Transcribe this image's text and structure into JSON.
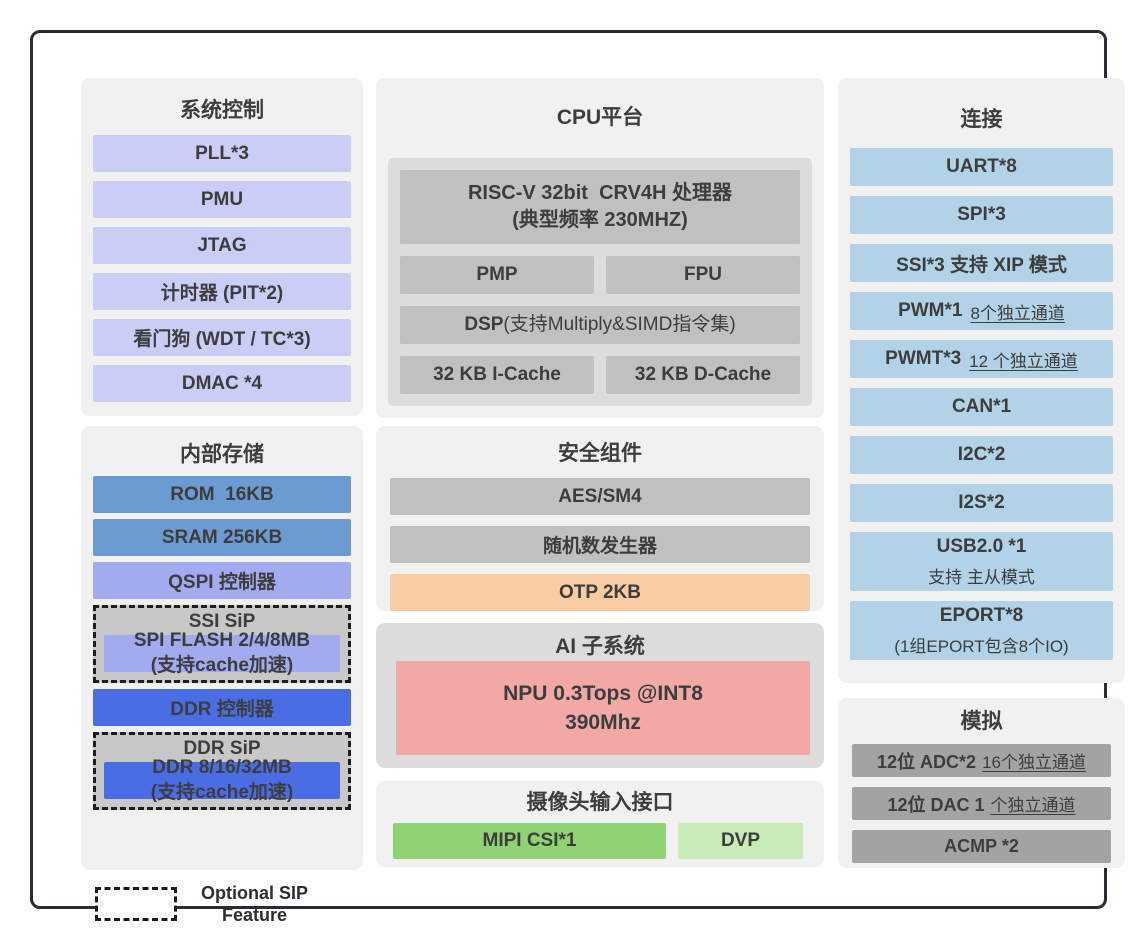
{
  "colors": {
    "frame_border": "#272c36",
    "panel_bg": "#f1f1f1",
    "panel_bg_dark": "#dcdcdc",
    "lavender": "#cacdf5",
    "periwinkle": "#a2aaf0",
    "steel_blue": "#6c9bd2",
    "royal_blue": "#4a6de4",
    "light_blue": "#b1d2e7",
    "grey_block": "#c0c0c0",
    "dark_grey_block": "#a3a3a3",
    "dashed_group_bg": "#c8c8c8",
    "peach": "#f8cca4",
    "pink": "#f2a8a5",
    "green": "#90d373",
    "light_green": "#c8ecb8",
    "text": "#3d3d3d"
  },
  "sys_control": {
    "title": "系统控制",
    "items": [
      "PLL*3",
      "PMU",
      "JTAG",
      "计时器 (PIT*2)",
      "看门狗 (WDT / TC*3)",
      "DMAC *4"
    ]
  },
  "memory": {
    "title": "内部存储",
    "rom": "ROM  16KB",
    "sram": "SRAM 256KB",
    "qspi": "QSPI 控制器",
    "ssi_sip": {
      "title": "SSI SiP",
      "line1": "SPI FLASH 2/4/8MB",
      "line2": "(支持cache加速)"
    },
    "ddr_ctrl": "DDR 控制器",
    "ddr_sip": {
      "title": "DDR SiP",
      "line1": "DDR 8/16/32MB",
      "line2": "(支持cache加速)"
    }
  },
  "legend": {
    "line1": "Optional SIP",
    "line2": "Feature"
  },
  "cpu": {
    "title": "CPU平台",
    "core_line1": "RISC-V 32bit  CRV4H 处理器",
    "core_line2": "(典型频率 230MHZ)",
    "pmp": "PMP",
    "fpu": "FPU",
    "dsp_bold": "DSP",
    "dsp_rest": "(支持Multiply&SIMD指令集)",
    "icache": "32 KB I-Cache",
    "dcache": "32 KB D-Cache"
  },
  "security": {
    "title": "安全组件",
    "aes": "AES/SM4",
    "rng": "随机数发生器",
    "otp": "OTP 2KB"
  },
  "ai": {
    "title": "AI 子系统",
    "npu_line1": "NPU 0.3Tops @INT8",
    "npu_line2": "390Mhz"
  },
  "camera": {
    "title": "摄像头输入接口",
    "mipi": "MIPI CSI*1",
    "dvp": "DVP"
  },
  "connectivity": {
    "title": "连接",
    "items": [
      {
        "main": "UART*8"
      },
      {
        "main": "SPI*3"
      },
      {
        "main": "SSI*3 支持 XIP 模式"
      },
      {
        "main": "PWM*1",
        "note": "8个独立通道"
      },
      {
        "main": "PWMT*3",
        "note": "12 个独立通道"
      },
      {
        "main": "CAN*1"
      },
      {
        "main": "I2C*2"
      },
      {
        "main": "I2S*2"
      },
      {
        "main": "USB2.0 *1",
        "sub": "支持 主从模式"
      },
      {
        "main": "EPORT*8",
        "sub": "(1组EPORT包含8个IO)"
      }
    ]
  },
  "analog": {
    "title": "模拟",
    "items": [
      {
        "main": "12位 ADC*2",
        "note": "16个独立通道"
      },
      {
        "main": "12位 DAC 1",
        "note": "个独立通道"
      },
      {
        "main": "ACMP *2"
      }
    ]
  }
}
